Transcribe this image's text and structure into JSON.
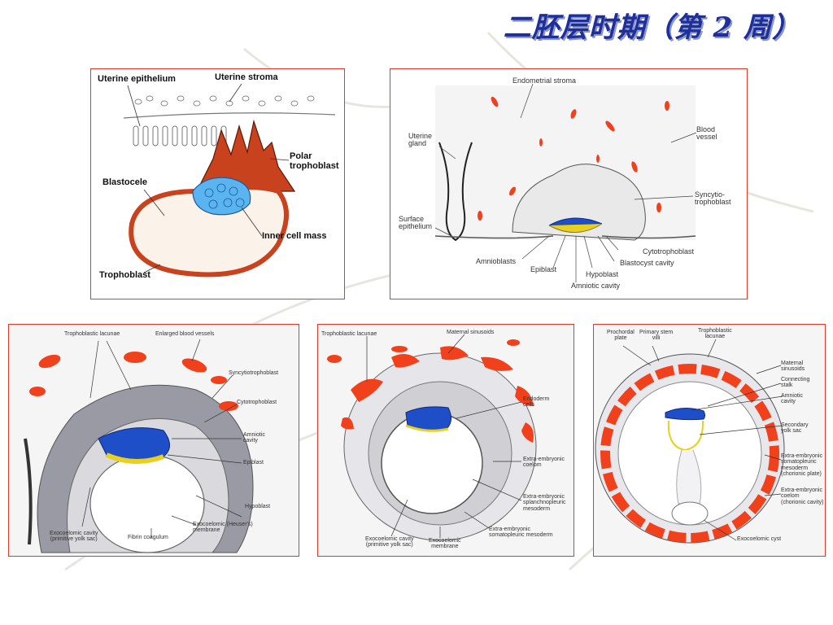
{
  "title": "二胚层时期（第 2 周）",
  "panels": {
    "p1": {
      "uterine_epithelium": "Uterine epithelium",
      "uterine_stroma": "Uterine stroma",
      "polar_trophoblast": "Polar\ntrophoblast",
      "blastocele": "Blastocele",
      "inner_cell_mass": "Inner cell mass",
      "trophoblast": "Trophoblast"
    },
    "p2": {
      "endometrial_stroma": "Endometrial stroma",
      "uterine_gland": "Uterine\ngland",
      "blood_vessel": "Blood\nvessel",
      "syncytiotrophoblast": "Syncytio-\ntrophoblast",
      "surface_epithelium": "Surface\nepithelium",
      "cytotrophoblast": "Cytotrophoblast",
      "amnioblasts": "Amnioblasts",
      "epiblast": "Epiblast",
      "hypoblast": "Hypoblast",
      "blastocyst_cavity": "Blastocyst cavity",
      "amniotic_cavity": "Amniotic cavity"
    },
    "p3": {
      "trophoblastic_lacunae": "Trophoblastic lacunae",
      "enlarged_blood_vessels": "Enlarged blood vessels",
      "syncytiotrophoblast": "Syncytiotrophoblast",
      "cytotrophoblast": "Cytotrophoblast",
      "amniotic_cavity": "Amniotic\ncavity",
      "epiblast": "Epiblast",
      "hypoblast": "Hypoblast",
      "exocoelomic_membrane": "Exocoelomic (Heuser's)\nmembrane",
      "exocoelomic_cavity": "Exocoelomic cavity\n(primitive yolk sac)",
      "fibrin_coagulum": "Fibrin coagulum"
    },
    "p4": {
      "trophoblastic_lacunae": "Trophoblastic lacunae",
      "maternal_sinusoids": "Maternal sinusoids",
      "endoderm_cells": "Endoderm\ncells",
      "extra_embryonic_coelom": "Extra-embryonic\ncoelom",
      "splanchnopleuric": "Extra-embryonic\nsplanchnopleuric\nmesoderm",
      "somatopleuric": "Extra-embryonic\nsomatopleuric mesoderm",
      "exocoelomic_cavity": "Exocoelomic cavity\n(primitive yolk sac)",
      "exocoelomic_membrane": "Exocoelomic\nmembrane"
    },
    "p5": {
      "prochordal_plate": "Prochordal\nplate",
      "primary_stem_villi": "Primary stem\nvilli",
      "trophoblastic_lacunae": "Trophoblastic\nlacunae",
      "maternal_sinusoids": "Maternal\nsinusoids",
      "connecting_stalk": "Connecting\nstalk",
      "amniotic_cavity": "Amniotic\ncavity",
      "secondary_yolk_sac": "Secondary\nyolk sac",
      "somatopleuric": "Extra-embryonic\nsomatopleuric\nmesoderm\n(chorionic plate)",
      "coelom": "Extra-embryonic\ncoelom\n(chorionic cavity)",
      "exocoelomic_cyst": "Exocoelomic cyst"
    }
  },
  "colors": {
    "title": "#1f2f9a",
    "frame": "#e03a2a",
    "blood": "#f0401c",
    "epiblast": "#1f4fc8",
    "hypoblast": "#e8d020",
    "inner_cell_mass": "#5ab4f0",
    "trophoblast": "#c8421e"
  }
}
